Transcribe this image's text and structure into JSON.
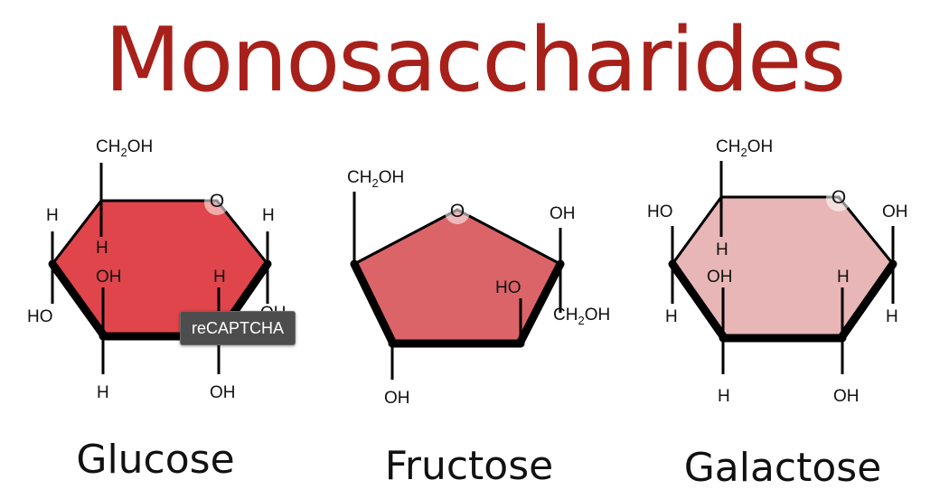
{
  "title": "Monosaccharides",
  "colors": {
    "title": "#a8201a",
    "glucose_fill": "#e0454b",
    "fructose_fill": "#db6469",
    "galactose_fill": "#e8b6b6"
  },
  "glucose": {
    "name": "Glucose",
    "ring_o": "O",
    "ch2oh": {
      "pre": "CH",
      "sub": "2",
      "post": "OH"
    },
    "h_top_left": "H",
    "h_top_right": "H",
    "ho_left": "HO",
    "h_inner": "H",
    "oh_inner": "OH",
    "h_inner_right": "H",
    "oh_right": "OH",
    "h_bottom": "H",
    "oh_bottom": "OH"
  },
  "fructose": {
    "name": "Fructose",
    "ring_o": "O",
    "ch2oh_left": {
      "pre": "CH",
      "sub": "2",
      "post": "OH"
    },
    "oh_right": "OH",
    "ho_inner": "HO",
    "ch2oh_right": {
      "pre": "CH",
      "sub": "2",
      "post": "OH"
    },
    "oh_bottom": "OH"
  },
  "galactose": {
    "name": "Galactose",
    "ring_o": "O",
    "ch2oh": {
      "pre": "CH",
      "sub": "2",
      "post": "OH"
    },
    "ho_top_left": "HO",
    "oh_top_right": "OH",
    "h_left": "H",
    "h_inner": "H",
    "oh_inner": "OH",
    "h_inner_right": "H",
    "h_right": "H",
    "h_bottom": "H",
    "oh_bottom": "OH"
  },
  "tooltip": "reCAPTCHA"
}
